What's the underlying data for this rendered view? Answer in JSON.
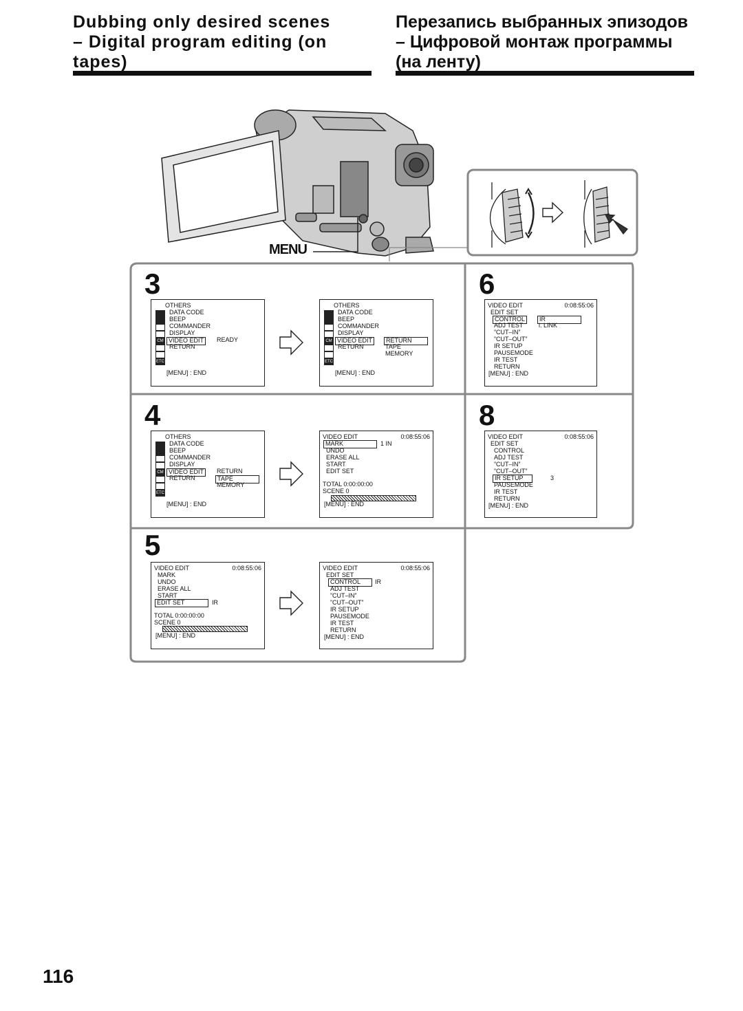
{
  "header": {
    "title_en": [
      "Dubbing only desired scenes",
      "– Digital program editing (on",
      "tapes)"
    ],
    "title_ru": [
      "Перезапись выбранных эпизодов",
      "– Цифровой монтаж программы",
      "(на ленту)"
    ]
  },
  "illustration": {
    "menu_label": "MENU"
  },
  "steps": {
    "s3": "3",
    "s4": "4",
    "s5": "5",
    "s6": "6",
    "s8": "8"
  },
  "screens": {
    "s3a": [
      "OTHERS",
      "DATA  CODE",
      "BEEP",
      "COMMANDER",
      "DISPLAY",
      "VIDEO  EDIT",
      "READY",
      "RETURN",
      "[MENU] : END"
    ],
    "s3b": [
      "OTHERS",
      "DATA  CODE",
      "BEEP",
      "COMMANDER",
      "DISPLAY",
      "VIDEO  EDIT",
      "RETURN",
      "RETURN",
      "TAPE",
      "MEMORY",
      "[MENU] : END"
    ],
    "s4a": [
      "OTHERS",
      "DATA  CODE",
      "BEEP",
      "COMMANDER",
      "DISPLAY",
      "VIDEO  EDIT",
      "RETURN",
      "RETURN",
      "TAPE",
      "MEMORY",
      "[MENU] : END"
    ],
    "s4b": [
      "VIDEO  EDIT",
      "0:08:55:06",
      "MARK",
      "1   IN",
      "UNDO",
      "ERASE  ALL",
      "START",
      "EDIT  SET",
      "TOTAL   0:00:00:00",
      "SCENE   0",
      "[MENU] : END"
    ],
    "s5a": [
      "VIDEO  EDIT",
      "0:08:55:06",
      "MARK",
      "UNDO",
      "ERASE  ALL",
      "START",
      "EDIT  SET",
      "IR",
      "TOTAL   0:00:00:00",
      "SCENE   0",
      "[MENU] : END"
    ],
    "s5b": [
      "VIDEO  EDIT",
      "0:08:55:06",
      "EDIT  SET",
      "CONTROL",
      "IR",
      "ADJ  TEST",
      "”CUT–IN”",
      "”CUT–OUT”",
      "IR  SETUP",
      "PAUSEMODE",
      "IR  TEST",
      "RETURN",
      "[MENU] : END"
    ],
    "s6": [
      "VIDEO  EDIT",
      "0:08:55:06",
      "EDIT  SET",
      "CONTROL",
      "IR",
      "ADJ  TEST",
      "i. LINK",
      "”CUT–IN”",
      "”CUT–OUT”",
      "IR  SETUP",
      "PAUSEMODE",
      "IR  TEST",
      "RETURN",
      "[MENU] : END"
    ],
    "s8": [
      "VIDEO  EDIT",
      "0:08:55:06",
      "EDIT  SET",
      "CONTROL",
      "ADJ  TEST",
      "”CUT–IN”",
      "”CUT–OUT”",
      "IR  SETUP",
      "3",
      "PAUSEMODE",
      "IR  TEST",
      "RETURN",
      "[MENU] : END"
    ]
  },
  "icons": {
    "etc": "ETC",
    "cm": "CM"
  },
  "page_number": "116"
}
